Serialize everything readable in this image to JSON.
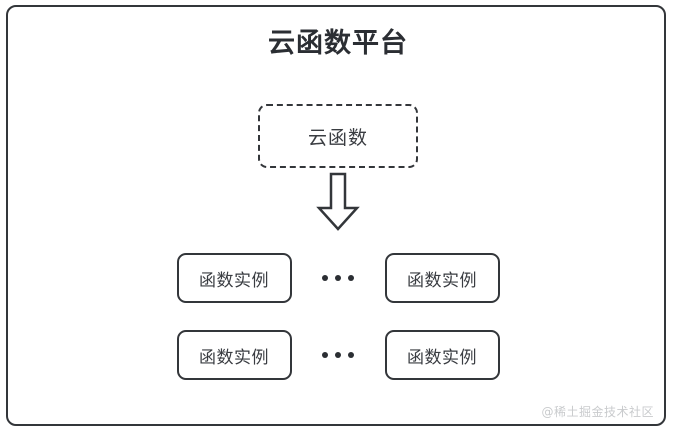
{
  "diagram": {
    "type": "block-diagram",
    "title": "云函数平台",
    "frame_border_color": "#33363a",
    "background_color": "#ffffff",
    "text_color": "#3a3d42"
  },
  "function_box": {
    "label": "云函数",
    "style": "dashed"
  },
  "arrow": {
    "name": "down-arrow",
    "direction": "down",
    "style": "hollow-block"
  },
  "instance_rows": [
    {
      "left": {
        "label": "函数实例"
      },
      "ellipsis": "•••",
      "right": {
        "label": "函数实例"
      }
    },
    {
      "left": {
        "label": "函数实例"
      },
      "ellipsis": "•••",
      "right": {
        "label": "函数实例"
      }
    }
  ],
  "watermark": {
    "text": "@稀土掘金技术社区"
  }
}
